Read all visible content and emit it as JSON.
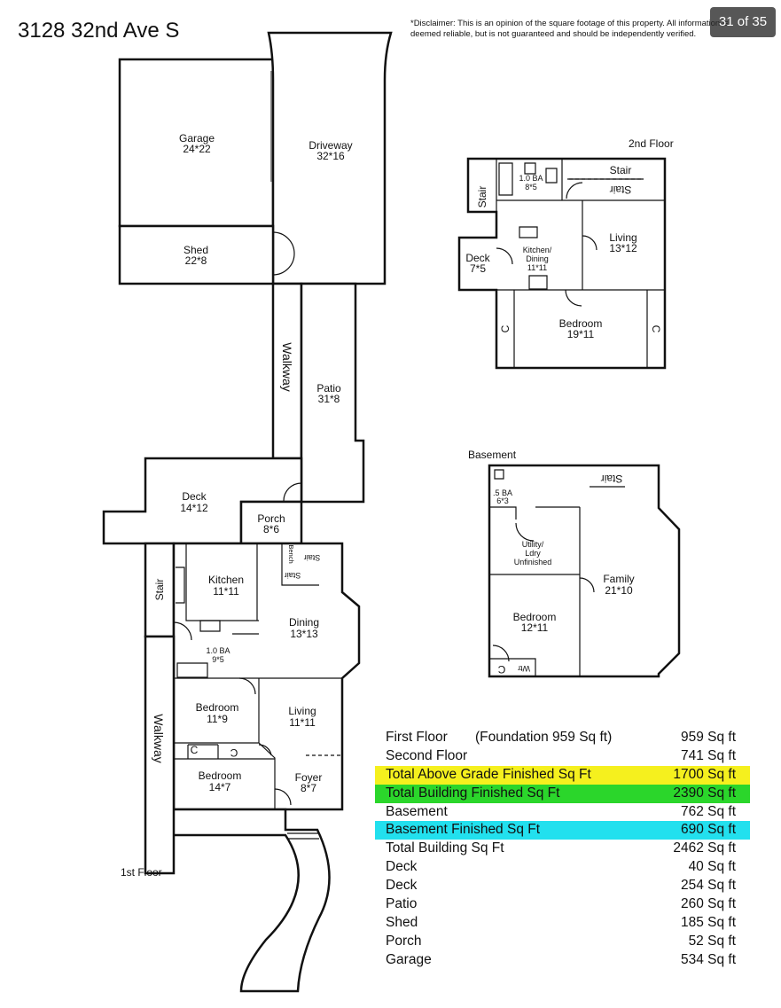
{
  "address": "3128 32nd Ave S",
  "disclaimer": "*Disclaimer: This is an opinion of the square footage of this property. All information is deemed reliable, but is not guaranteed and should be independently verified.",
  "image_counter": "31 of 35",
  "floors": {
    "first": "1st Floor",
    "second": "2nd Floor",
    "basement": "Basement"
  },
  "rooms": {
    "garage": {
      "name": "Garage",
      "dim": "24*22"
    },
    "driveway": {
      "name": "Driveway",
      "dim": "32*16"
    },
    "shed": {
      "name": "Shed",
      "dim": "22*8"
    },
    "walkway_upper": {
      "name": "Walkway"
    },
    "patio": {
      "name": "Patio",
      "dim": "31*8"
    },
    "deck": {
      "name": "Deck",
      "dim": "14*12"
    },
    "porch": {
      "name": "Porch",
      "dim": "8*6"
    },
    "bench": {
      "name": "Bench"
    },
    "stair_first_a": {
      "name": "Stair"
    },
    "stair_first_b": {
      "name": "Stair"
    },
    "stair_first_side": {
      "name": "Stair"
    },
    "kitchen": {
      "name": "Kitchen",
      "dim": "11*11"
    },
    "dining": {
      "name": "Dining",
      "dim": "13*13"
    },
    "bath_first": {
      "name": "1.0 BA",
      "dim": "9*5"
    },
    "bedroom_first_a": {
      "name": "Bedroom",
      "dim": "11*9"
    },
    "living_first": {
      "name": "Living",
      "dim": "11*11"
    },
    "closet_first_a": {
      "name": "C"
    },
    "closet_first_b": {
      "name": "C"
    },
    "bedroom_first_b": {
      "name": "Bedroom",
      "dim": "14*7"
    },
    "foyer": {
      "name": "Foyer",
      "dim": "8*7"
    },
    "walkway_lower": {
      "name": "Walkway"
    },
    "stair_second_top": {
      "name": "Stair"
    },
    "stair_second_top_flip": {
      "name": "Stair"
    },
    "stair_second_side": {
      "name": "Stair"
    },
    "bath_second": {
      "name": "1.0 BA",
      "dim": "8*5"
    },
    "deck_second": {
      "name": "Deck",
      "dim": "7*5"
    },
    "kitchen_dining_second": {
      "name": "Kitchen/",
      "name2": "Dining",
      "dim": "11*11"
    },
    "living_second": {
      "name": "Living",
      "dim": "13*12"
    },
    "bedroom_second": {
      "name": "Bedroom",
      "dim": "19*11"
    },
    "closet_second_a": {
      "name": "C"
    },
    "closet_second_b": {
      "name": "C"
    },
    "stair_basement": {
      "name": "Stair"
    },
    "bath_basement": {
      "name": ".5 BA",
      "dim": "6*3"
    },
    "utility": {
      "name": "Utility/",
      "name2": "Ldry",
      "name3": "Unfinished"
    },
    "family": {
      "name": "Family",
      "dim": "21*10"
    },
    "bedroom_basement": {
      "name": "Bedroom",
      "dim": "12*11"
    },
    "water_heater": {
      "name": "Wtr"
    },
    "closet_basement": {
      "name": "C"
    }
  },
  "area_table": [
    {
      "label": "First Floor",
      "note": "(Foundation 959 Sq ft)",
      "value": "959 Sq ft",
      "highlight": null
    },
    {
      "label": "Second Floor",
      "note": "",
      "value": "741 Sq ft",
      "highlight": null
    },
    {
      "label": "Total Above Grade Finished Sq Ft",
      "note": "",
      "value": "1700 Sq ft",
      "highlight": "#f5f01e"
    },
    {
      "label": "Total Building Finished Sq Ft",
      "note": "",
      "value": "2390 Sq ft",
      "highlight": "#2bd62b"
    },
    {
      "label": "Basement",
      "note": "",
      "value": "762 Sq ft",
      "highlight": null
    },
    {
      "label": "Basement Finished Sq Ft",
      "note": "",
      "value": "690 Sq ft",
      "highlight": "#22e0ee"
    },
    {
      "label": "Total Building Sq Ft",
      "note": "",
      "value": "2462 Sq ft",
      "highlight": null
    },
    {
      "label": "Deck",
      "note": "",
      "value": "40 Sq ft",
      "highlight": null
    },
    {
      "label": "Deck",
      "note": "",
      "value": "254 Sq ft",
      "highlight": null
    },
    {
      "label": "Patio",
      "note": "",
      "value": "260 Sq ft",
      "highlight": null
    },
    {
      "label": "Shed",
      "note": "",
      "value": "185 Sq ft",
      "highlight": null
    },
    {
      "label": "Porch",
      "note": "",
      "value": "52 Sq ft",
      "highlight": null
    },
    {
      "label": "Garage",
      "note": "",
      "value": "534 Sq ft",
      "highlight": null
    }
  ]
}
